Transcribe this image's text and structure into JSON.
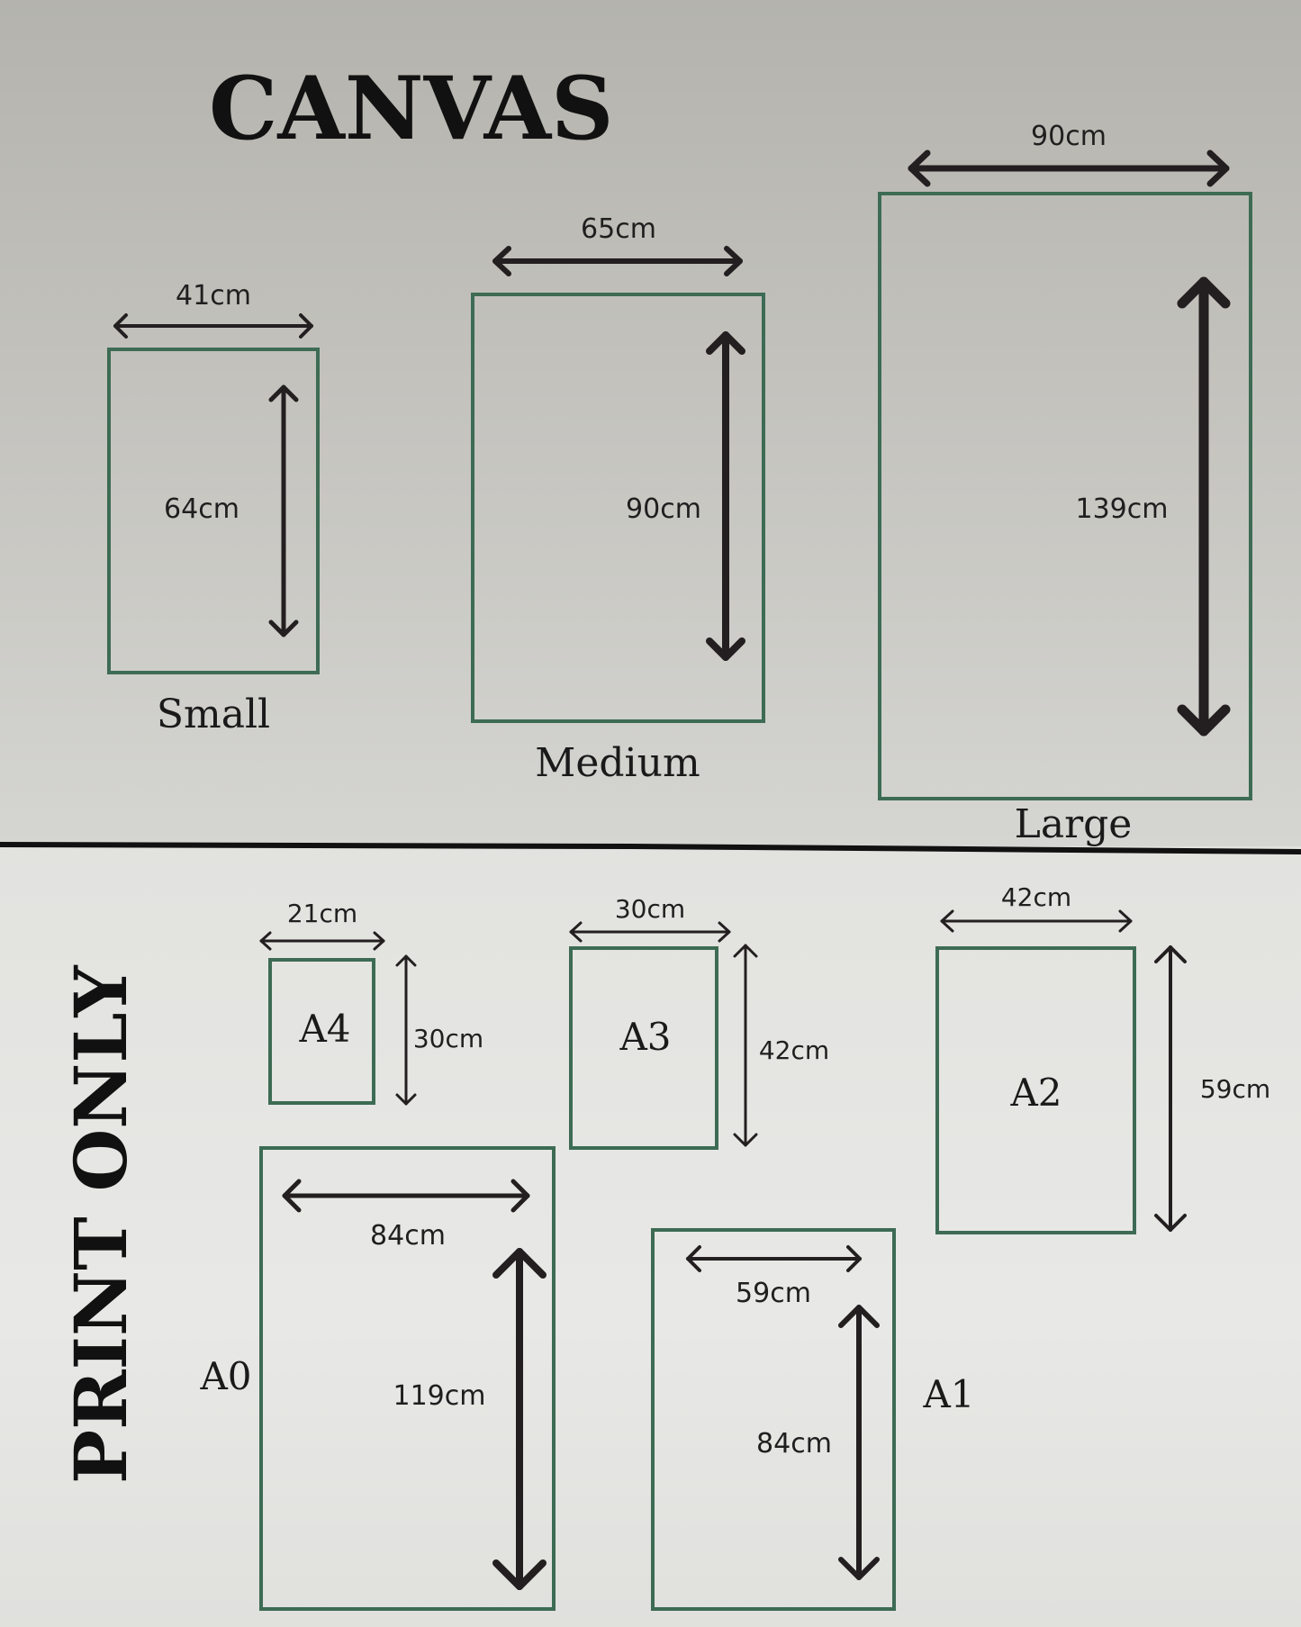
{
  "canvas": {
    "title": "CANVAS",
    "small": {
      "label": "Small",
      "width": "41cm",
      "height": "64cm"
    },
    "medium": {
      "label": "Medium",
      "width": "65cm",
      "height": "90cm"
    },
    "large": {
      "label": "Large",
      "width": "90cm",
      "height": "139cm"
    }
  },
  "print": {
    "title": "PRINT ONLY",
    "a4": {
      "label": "A4",
      "width": "21cm",
      "height": "30cm"
    },
    "a3": {
      "label": "A3",
      "width": "30cm",
      "height": "42cm"
    },
    "a2": {
      "label": "A2",
      "width": "42cm",
      "height": "59cm"
    },
    "a0": {
      "label": "A0",
      "width": "84cm",
      "height": "119cm"
    },
    "a1": {
      "label": "A1",
      "width": "59cm",
      "height": "84cm"
    }
  },
  "colors": {
    "frame": "#3d6b54",
    "arrow": "#231f20",
    "divider": "#111111"
  }
}
